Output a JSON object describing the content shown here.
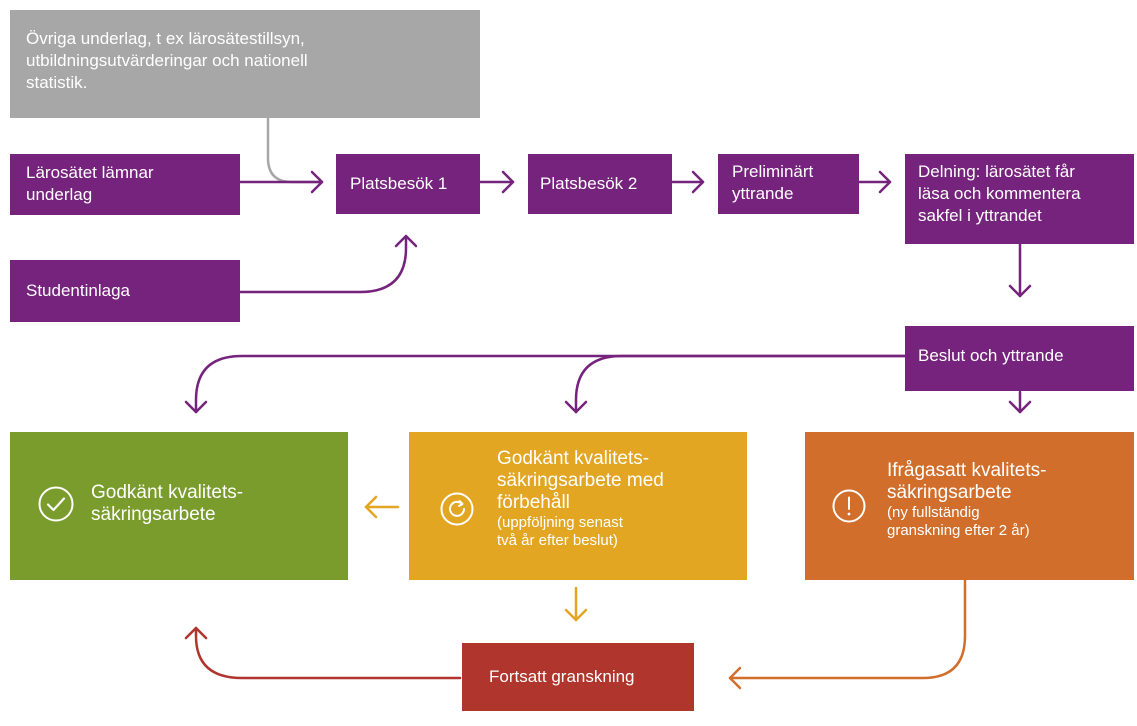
{
  "colors": {
    "purple": "#76237d",
    "grey": "#a7a7a7",
    "green": "#799c2c",
    "yellow": "#e2a623",
    "orange": "#d26e2b",
    "red": "#b0352c"
  },
  "nodes": {
    "ovriga": {
      "lines": [
        "Övriga underlag, t ex lärosätestillsyn,",
        "utbildningsutvärderingar och nationell",
        "statistik."
      ]
    },
    "larosatet": {
      "lines": [
        "Lärosätet lämnar",
        "underlag"
      ]
    },
    "studentinlaga": {
      "text": "Studentinlaga"
    },
    "platsbesok1": {
      "text": "Platsbesök 1"
    },
    "platsbesok2": {
      "text": "Platsbesök 2"
    },
    "preliminart": {
      "lines": [
        "Preliminärt",
        "yttrande"
      ]
    },
    "delning": {
      "lines": [
        "Delning: lärosätet får",
        "läsa och kommentera",
        "sakfel i yttrandet"
      ]
    },
    "beslut": {
      "text": "Beslut och yttrande"
    },
    "godkant": {
      "icon": "check-circle-icon",
      "lines": [
        "Godkänt kvalitets-",
        "säkringsarbete"
      ]
    },
    "forbehall": {
      "icon": "refresh-circle-icon",
      "lines": [
        "Godkänt kvalitets-",
        "säkringsarbete med",
        "förbehåll"
      ],
      "note_lines": [
        "(uppföljning senast",
        "två år efter beslut)"
      ]
    },
    "ifragasatt": {
      "icon": "exclamation-circle-icon",
      "lines": [
        "Ifrågasatt kvalitets-",
        "säkringsarbete"
      ],
      "note_lines": [
        "(ny fullständig",
        "granskning efter 2 år)"
      ]
    },
    "fortsatt": {
      "text": "Fortsatt granskning"
    }
  }
}
